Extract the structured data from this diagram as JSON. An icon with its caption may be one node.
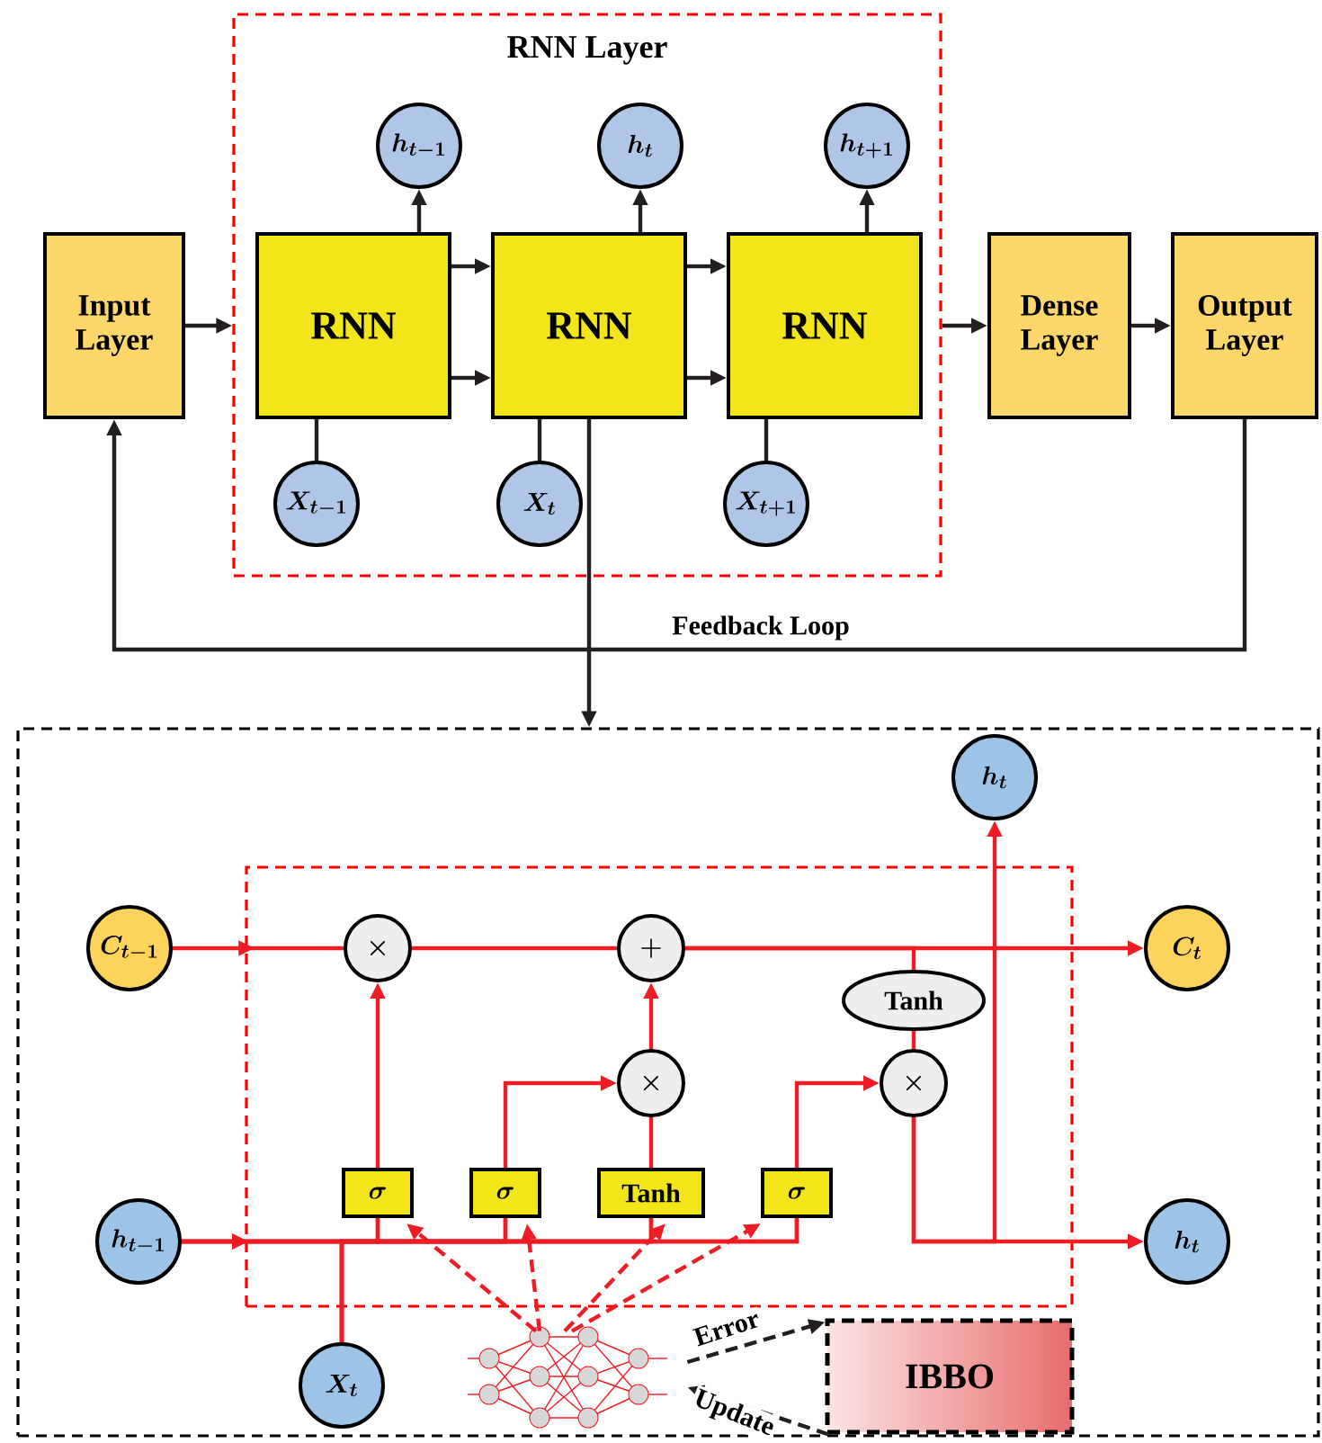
{
  "diagram": {
    "nodes": [
      {
        "text": [
          "RNN Layer"
        ]
      },
      {
        "text": [
          "Input Layer"
        ]
      },
      {
        "text": [
          "RNN"
        ],
        "in": 0
      },
      {
        "text": [
          "RNN"
        ],
        "in": 0
      },
      {
        "text": [
          "RNN"
        ],
        "in": 0
      },
      {
        "text": [
          "Dense Layer"
        ]
      },
      {
        "text": [
          "Output Layer"
        ]
      },
      {
        "text": [
          "h_{t-1}"
        ],
        "in": 0
      },
      {
        "text": [
          "h_{t}"
        ],
        "in": 0
      },
      {
        "text": [
          "h_{t+1}"
        ],
        "in": 0
      },
      {
        "text": [
          "X_{t-1}"
        ],
        "in": 0
      },
      {
        "text": [
          "X_{t}"
        ],
        "in": 0
      },
      {
        "text": [
          "X_{t+1}"
        ],
        "in": 0
      },
      {
        "text": [],
        "shape": "box"
      },
      {
        "text": [],
        "shape": "box",
        "in": 13
      },
      {
        "text": [
          "C_{t-1}"
        ],
        "in": 13
      },
      {
        "text": [
          "h_{t-1}"
        ],
        "in": 13
      },
      {
        "text": [
          "X_{t}"
        ],
        "in": 13
      },
      {
        "text": [
          "h_{t}"
        ],
        "in": 13
      },
      {
        "text": [
          "C_{t}"
        ],
        "in": 13
      },
      {
        "text": [
          "h_{t}"
        ],
        "in": 13
      },
      {
        "text": [
          "\\times"
        ],
        "in": 14
      },
      {
        "text": [
          "+"
        ],
        "in": 14
      },
      {
        "text": [
          "\\times"
        ],
        "in": 14
      },
      {
        "text": [
          "\\times"
        ],
        "in": 14
      },
      {
        "text": [
          "Tanh"
        ],
        "in": 14
      },
      {
        "text": [
          "\\sigma"
        ],
        "in": 14
      },
      {
        "text": [
          "\\sigma"
        ],
        "in": 14
      },
      {
        "text": [
          "Tanh"
        ],
        "in": 14
      },
      {
        "text": [
          "\\sigma"
        ],
        "in": 14
      },
      {
        "text": [],
        "shape": "picture",
        "in": 13
      },
      {
        "text": [
          "IBBO"
        ],
        "in": 13
      }
    ],
    "edges": [
      {
        "from": 1,
        "to": 0,
        "arrow": "to",
        "color": "#231f20"
      },
      {
        "from": 2,
        "to": 3,
        "arrow": "to",
        "color": "#231f20"
      },
      {
        "from": 2,
        "to": 3,
        "arrow": "to",
        "color": "#231f20"
      },
      {
        "from": 3,
        "to": 4,
        "arrow": "to",
        "color": "#231f20"
      },
      {
        "from": 3,
        "to": 4,
        "arrow": "to",
        "color": "#231f20"
      },
      {
        "from": 2,
        "to": 7,
        "arrow": "to",
        "color": "#231f20"
      },
      {
        "from": 3,
        "to": 8,
        "arrow": "to",
        "color": "#231f20"
      },
      {
        "from": 4,
        "to": 9,
        "arrow": "to",
        "color": "#231f20"
      },
      {
        "from": 10,
        "to": 2,
        "arrow": "none",
        "color": "#231f20"
      },
      {
        "from": 11,
        "to": 3,
        "arrow": "none",
        "color": "#231f20"
      },
      {
        "from": 12,
        "to": 4,
        "arrow": "none",
        "color": "#231f20"
      },
      {
        "from": 0,
        "to": 5,
        "arrow": "to",
        "color": "#231f20"
      },
      {
        "from": 5,
        "to": 6,
        "arrow": "to",
        "color": "#231f20"
      },
      {
        "from": 6,
        "to": 1,
        "arrow": "to",
        "label": "Feedback Loop",
        "color": "#231f20"
      },
      {
        "from": 3,
        "to": 13,
        "arrow": "to",
        "color": "#231f20"
      },
      {
        "from": 15,
        "to": 21,
        "arrow": "to"
      },
      {
        "from": 21,
        "to": 22,
        "arrow": "none"
      },
      {
        "from": 22,
        "to": 19,
        "arrow": "to"
      },
      {
        "from": 26,
        "to": 21,
        "arrow": "to"
      },
      {
        "from": 27,
        "to": 23,
        "arrow": "to"
      },
      {
        "from": 28,
        "to": 23,
        "arrow": "none"
      },
      {
        "from": 23,
        "to": 22,
        "arrow": "to"
      },
      {
        "from": 29,
        "to": 24,
        "arrow": "to"
      },
      {
        "from": 22,
        "to": 25,
        "arrow": "none"
      },
      {
        "from": 25,
        "to": 24,
        "arrow": "none"
      },
      {
        "from": 24,
        "to": 20,
        "arrow": "to"
      },
      {
        "from": 24,
        "to": 18,
        "arrow": "to"
      },
      {
        "from": 16,
        "to": 26,
        "arrow": "to"
      },
      {
        "from": 16,
        "to": 27,
        "arrow": "to"
      },
      {
        "from": 16,
        "to": 28,
        "arrow": "to"
      },
      {
        "from": 16,
        "to": 29,
        "arrow": "to"
      },
      {
        "from": 17,
        "to": 26,
        "arrow": "none"
      },
      {
        "from": 17,
        "to": 27,
        "arrow": "none"
      },
      {
        "from": 17,
        "to": 28,
        "arrow": "none"
      },
      {
        "from": 17,
        "to": 29,
        "arrow": "none"
      },
      {
        "from": 30,
        "to": 26,
        "arrow": "to",
        "style": "dashed"
      },
      {
        "from": 30,
        "to": 27,
        "arrow": "to",
        "style": "dashed"
      },
      {
        "from": 30,
        "to": 28,
        "arrow": "to",
        "style": "dashed"
      },
      {
        "from": 30,
        "to": 29,
        "arrow": "to",
        "style": "dashed"
      },
      {
        "from": 30,
        "to": 31,
        "arrow": "to",
        "label": "Error",
        "style": "dashed",
        "color": "#231f20"
      },
      {
        "from": 31,
        "to": 30,
        "arrow": "to",
        "label": "Update",
        "style": "dashed",
        "color": "#231f20"
      }
    ]
  }
}
